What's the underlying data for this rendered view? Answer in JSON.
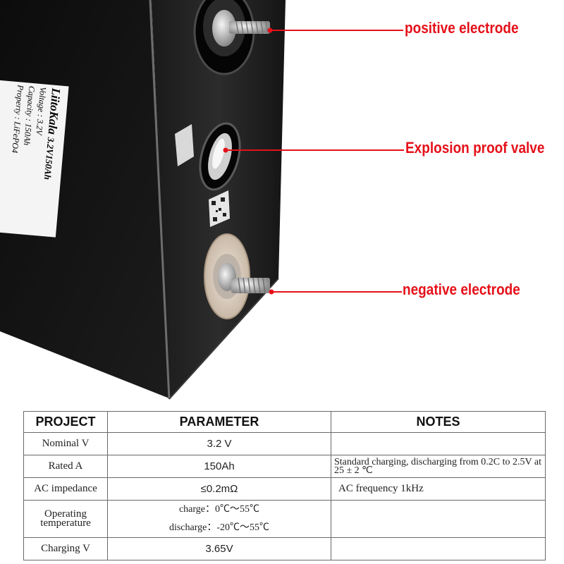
{
  "photo": {
    "label": {
      "brand": "LiitoKala",
      "model": "3.2V150Ah",
      "voltage": "Voltage : 3.2V",
      "capacity": "Capacity : 150Ah",
      "property": "Property : LiFePO4"
    },
    "callouts": {
      "positive": "positive electrode",
      "valve": "Explosion proof valve",
      "negative": "negative electrode"
    },
    "colors": {
      "callout": "#e5111a",
      "cell_body": "#111111"
    }
  },
  "table": {
    "headers": {
      "project": "PROJECT",
      "parameter": "PARAMETER",
      "notes": "NOTES"
    },
    "rows": [
      {
        "project": "Nominal V",
        "parameter": "3.2 V",
        "notes": ""
      },
      {
        "project": "Rated A",
        "parameter": "150Ah",
        "notes": "Standard charging, discharging from 0.2C to 2.5V at 25 ± 2 ℃"
      },
      {
        "project": "AC impedance",
        "parameter": "≤0.2mΩ",
        "notes": "AC frequency 1kHz"
      },
      {
        "project": "Operating temperature",
        "parameter_charge": "charge：0℃～55℃",
        "parameter_discharge": "discharge：-20℃～55℃",
        "notes": ""
      },
      {
        "project": "Charging V",
        "parameter": "3.65V",
        "notes": ""
      }
    ]
  }
}
